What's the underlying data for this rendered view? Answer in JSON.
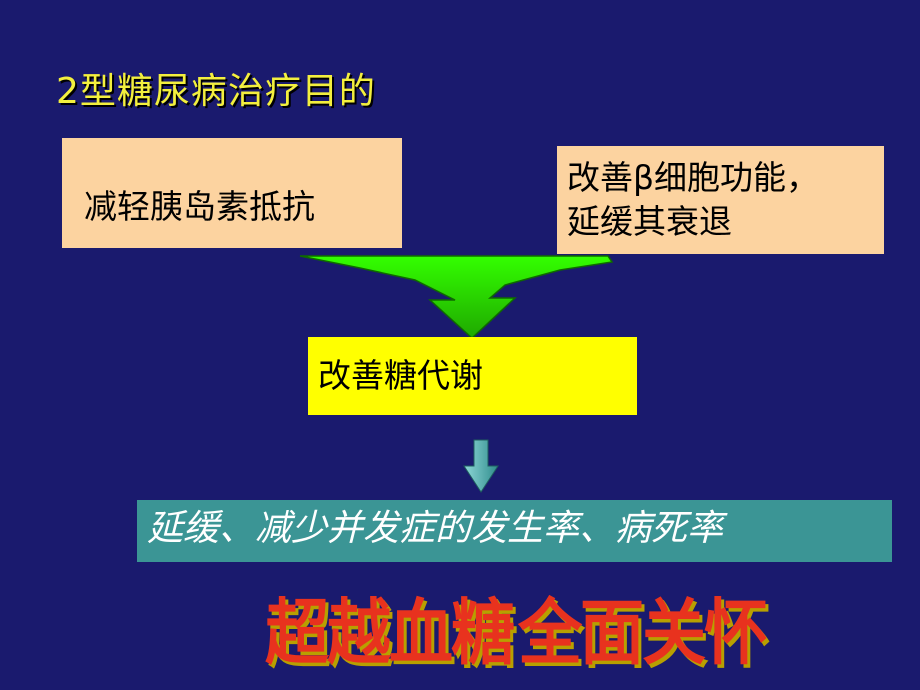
{
  "title": "2型糖尿病治疗目的",
  "boxes": {
    "left": "减轻胰岛素抵抗",
    "right_line1": "改善β细胞功能，",
    "right_line2": "延缓其衰退",
    "middle": "改善糖代谢"
  },
  "banner": "延缓、减少并发症的发生率、病死率",
  "slogan": {
    "left": "超越血糖",
    "right": "全面关怀"
  },
  "colors": {
    "background": "#1a1a6e",
    "title": "#f3ef3e",
    "peach_box": "#fcd3a0",
    "yellow_box": "#ffff00",
    "teal_banner": "#3b9595",
    "merge_arrow": "#33ff00",
    "down_arrow": "#5fb4b4",
    "slogan": "#e8321e"
  }
}
